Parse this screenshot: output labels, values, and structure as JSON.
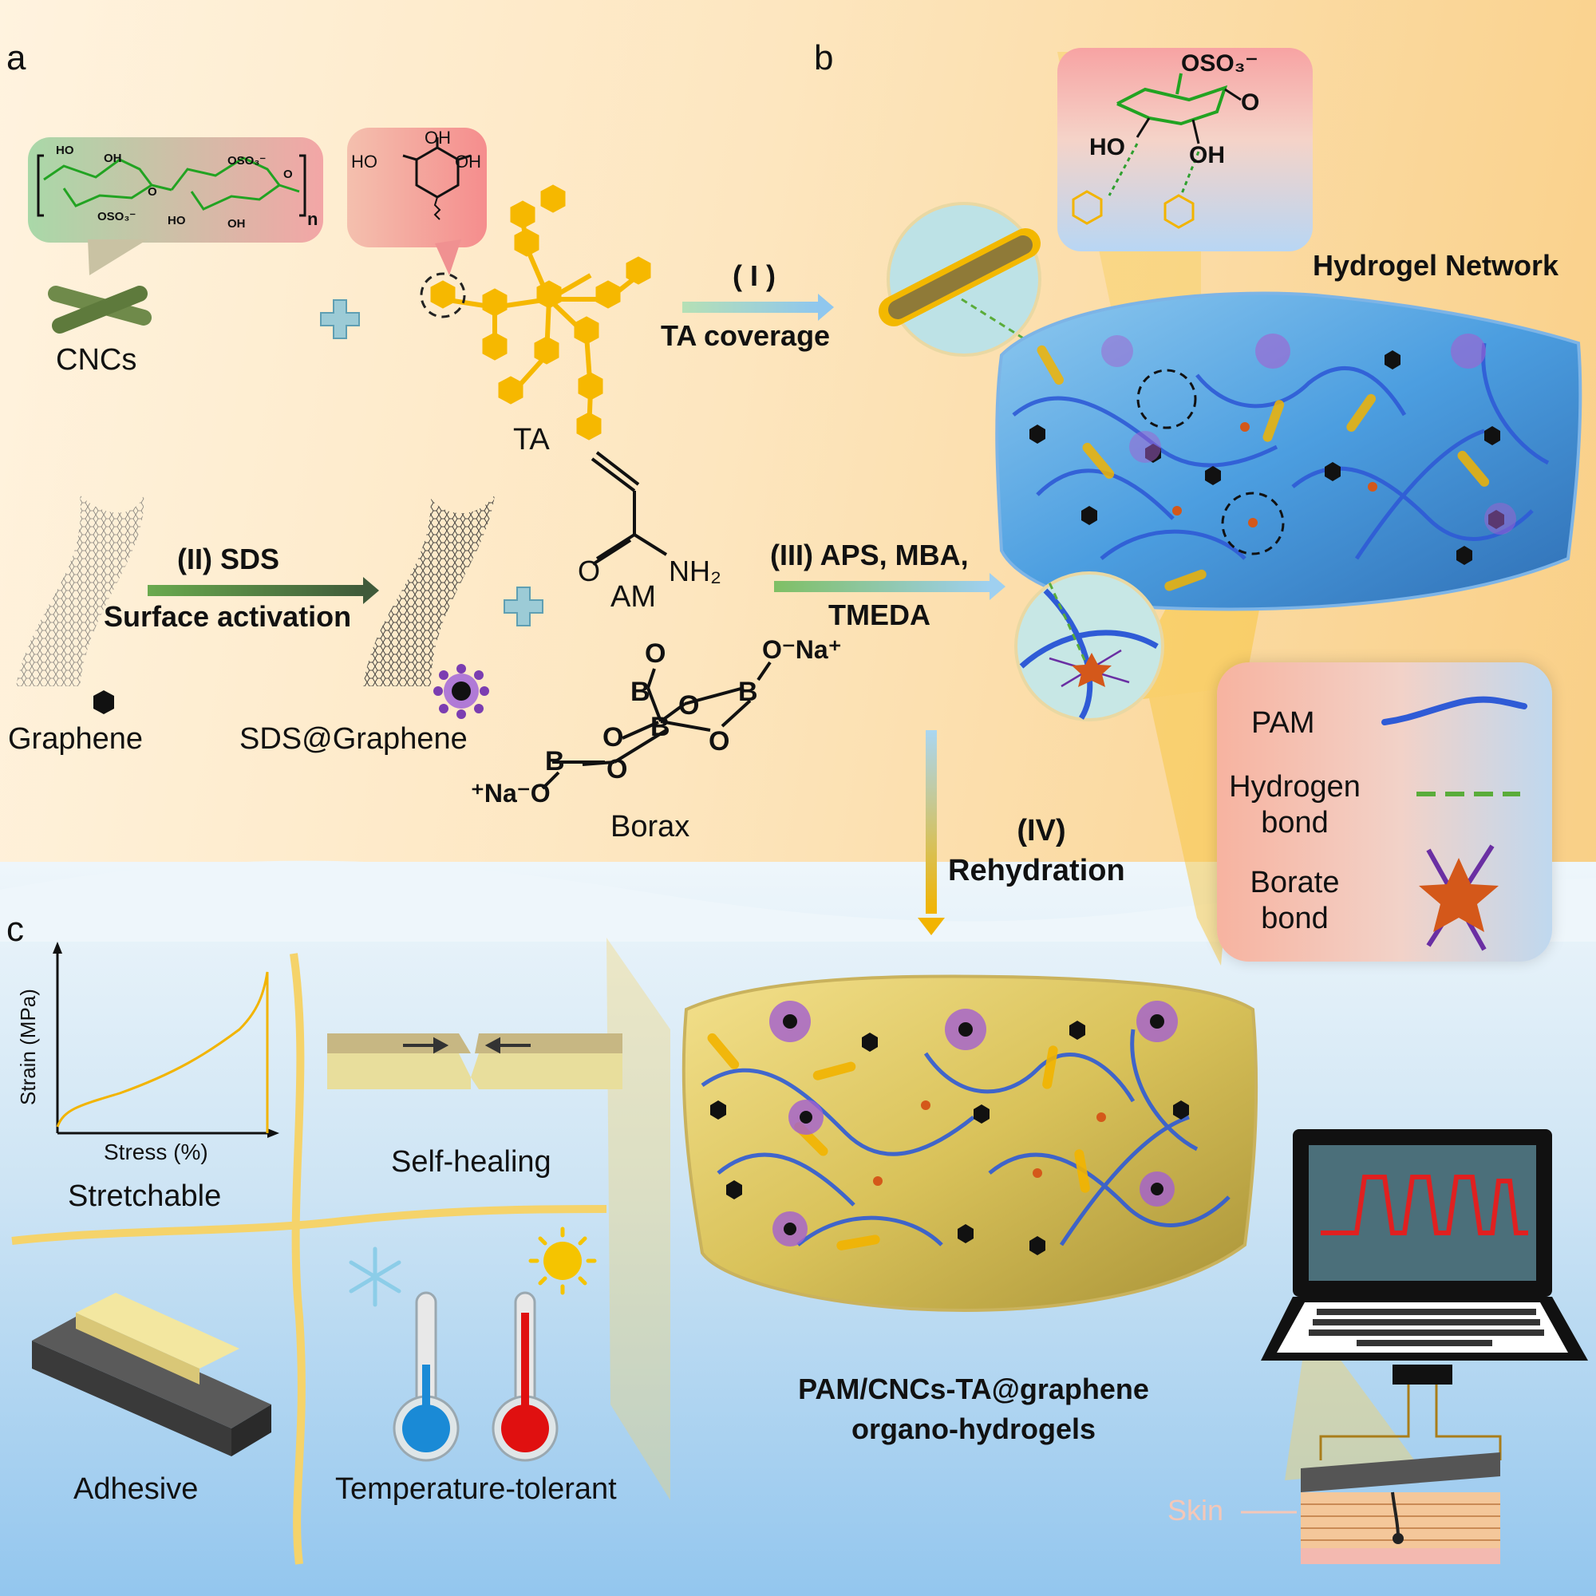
{
  "panels": {
    "a": "a",
    "b": "b",
    "c": "c"
  },
  "panel_a": {
    "cnc_chem": {
      "ho1": "HO",
      "oh1": "OH",
      "oso3_1": "OSO₃⁻",
      "o1": "O",
      "oso3_2": "OSO₃⁻",
      "ho2": "HO",
      "oh2": "OH",
      "o2": "O",
      "n": "n"
    },
    "ta_chem": {
      "oh_top": "OH",
      "ho_left": "HO",
      "oh_right": "OH"
    },
    "cncs_label": "CNCs",
    "ta_label": "TA",
    "step1_num": "( I )",
    "step1_text": "TA coverage",
    "step2_num": "(II) SDS",
    "step2_text": "Surface activation",
    "graphene_label": "Graphene",
    "sds_graphene_label": "SDS@Graphene",
    "am": {
      "o": "O",
      "nh2": "NH₂",
      "label": "AM"
    },
    "borax": {
      "o_top": "O",
      "o_na_top": "O⁻Na⁺",
      "b1": "B",
      "o_mid": "O",
      "b2": "B",
      "b3": "B",
      "o_l": "O",
      "o_r": "O",
      "b4": "B",
      "o_bot": "O",
      "na_o": "⁺Na⁻O",
      "label": "Borax"
    },
    "step3_num": "(III) APS, MBA,",
    "step3_text": "TMEDA"
  },
  "panel_b": {
    "inset_chem": {
      "oso3": "OSO₃⁻",
      "o": "O",
      "ho": "HO",
      "oh": "OH"
    },
    "title": "Hydrogel Network",
    "legend": {
      "pam": "PAM",
      "hbond1": "Hydrogen",
      "hbond2": "bond",
      "borate1": "Borate",
      "borate2": "bond"
    },
    "step4_num": "(IV)",
    "step4_text": "Rehydration"
  },
  "panel_c": {
    "chart_ylabel": "Strain (MPa)",
    "chart_xlabel": "Stress (%)",
    "stretchable": "Stretchable",
    "self_healing": "Self-healing",
    "adhesive": "Adhesive",
    "temperature": "Temperature-tolerant",
    "product1": "PAM/CNCs-TA@graphene",
    "product2": "organo-hydrogels",
    "skin": "Skin"
  },
  "colors": {
    "ta_yellow": "#f6b800",
    "pam_blue": "#2f5bd6",
    "hbond_green": "#5aac3a",
    "borate_orange": "#d4581a",
    "borate_purple": "#6a2fa3",
    "signal_red": "#e02020"
  }
}
